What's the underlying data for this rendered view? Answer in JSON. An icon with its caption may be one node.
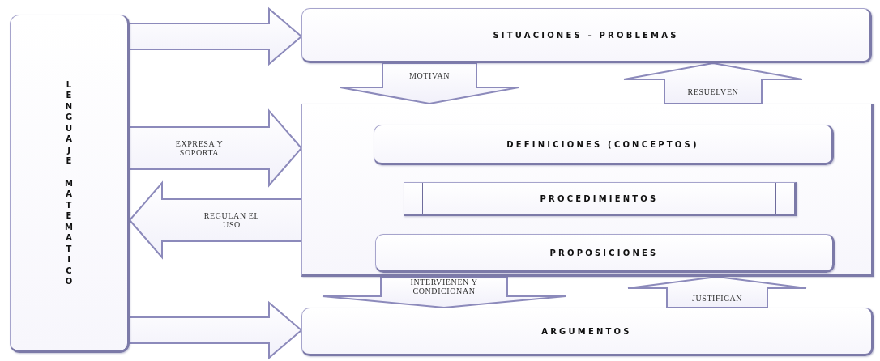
{
  "diagram": {
    "nodes": [
      {
        "text": [
          "LENGUAJE MATEMATICO"
        ]
      },
      {
        "text": [
          "SITUACIONES - PROBLEMAS"
        ]
      },
      {
        "text": [],
        "shape": "box"
      },
      {
        "text": [
          "DEFINICIONES (CONCEPTOS)"
        ],
        "in": 2
      },
      {
        "text": [
          "PROCEDIMIENTOS"
        ],
        "in": 2
      },
      {
        "text": [
          "PROPOSICIONES"
        ],
        "in": 2
      },
      {
        "text": [
          "ARGUMENTOS"
        ]
      }
    ],
    "edges": [
      {
        "from": 0,
        "to": 1,
        "arrow": "to"
      },
      {
        "from": 0,
        "to": 2,
        "arrow": "to",
        "label": "EXPRESA Y SOPORTA"
      },
      {
        "from": 2,
        "to": 0,
        "arrow": "to",
        "label": "REGULAN EL USO"
      },
      {
        "from": 0,
        "to": 6,
        "arrow": "to"
      },
      {
        "from": 1,
        "to": 2,
        "arrow": "to",
        "label": "MOTIVAN"
      },
      {
        "from": 2,
        "to": 1,
        "arrow": "to",
        "label": "RESUELVEN"
      },
      {
        "from": 2,
        "to": 6,
        "arrow": "to",
        "label": "INTERVIENEN Y CONDICIONAN"
      },
      {
        "from": 6,
        "to": 2,
        "arrow": "to",
        "label": "JUSTIFICAN"
      }
    ]
  }
}
